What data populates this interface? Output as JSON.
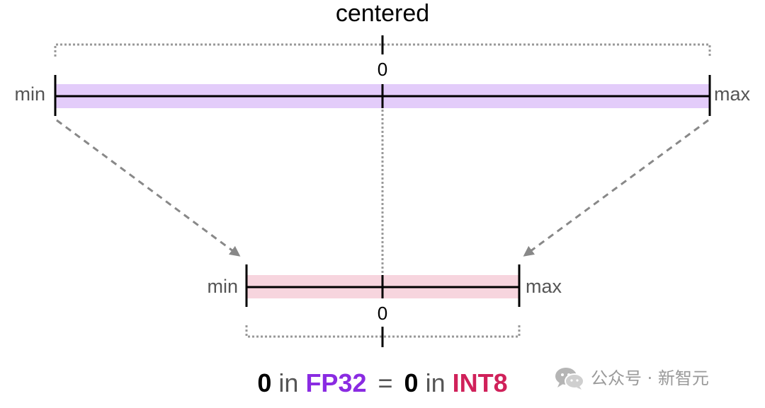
{
  "title": "centered",
  "colors": {
    "fp32_band": "#e3ccfa",
    "int8_band": "#f7d5de",
    "fp32_text": "#8a2be2",
    "int8_text": "#d0215a",
    "axis": "#000000",
    "guide": "#888888"
  },
  "top_range": {
    "min_label": "min",
    "max_label": "max",
    "zero_label": "0"
  },
  "bottom_range": {
    "min_label": "min",
    "max_label": "max",
    "zero_label": "0"
  },
  "caption": {
    "left_value": "0",
    "in_word": "in",
    "left_type": "FP32",
    "equals": "=",
    "right_value": "0",
    "in_word_2": "in",
    "right_type": "INT8"
  },
  "watermark": {
    "text": "公众号 · 新智元",
    "icon": "wechat-icon"
  }
}
